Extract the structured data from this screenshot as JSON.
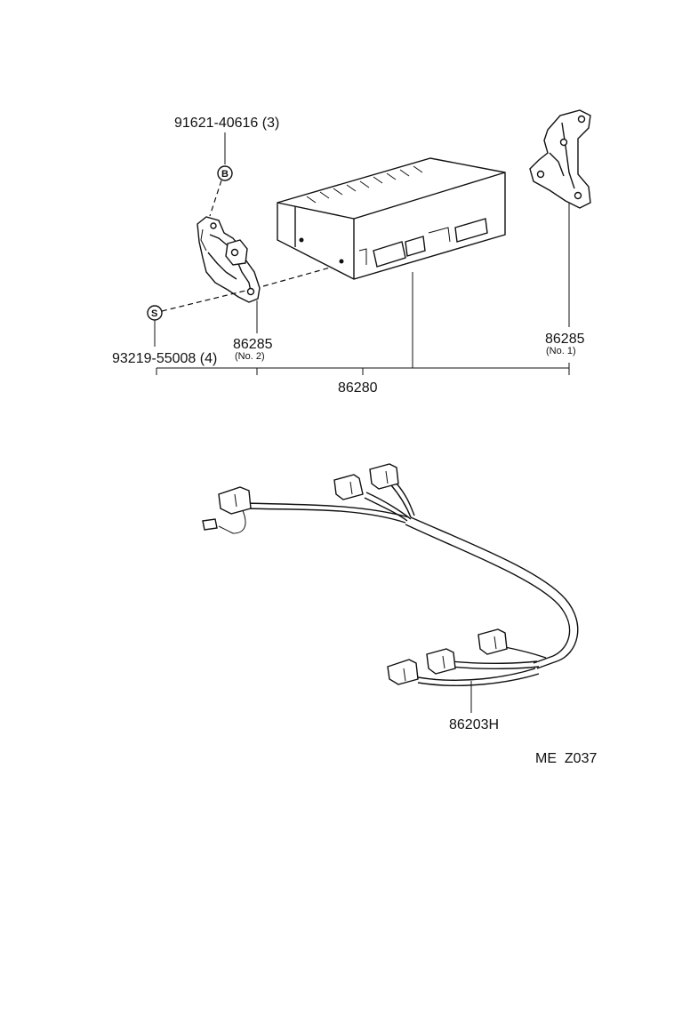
{
  "parts": {
    "bolt_b": {
      "number": "91621-40616 (3)",
      "symbol": "B"
    },
    "screw_s": {
      "number": "93219-55008 (4)",
      "symbol": "S"
    },
    "bracket_no2": {
      "number": "86285",
      "sub": "(No. 2)"
    },
    "bracket_no1": {
      "number": "86285",
      "sub": "(No. 1)"
    },
    "assembly": {
      "number": "86280"
    },
    "wire_harness": {
      "number": "86203H"
    }
  },
  "diagram_code": "ME  Z037",
  "colors": {
    "line": "#111111",
    "background": "#ffffff"
  }
}
